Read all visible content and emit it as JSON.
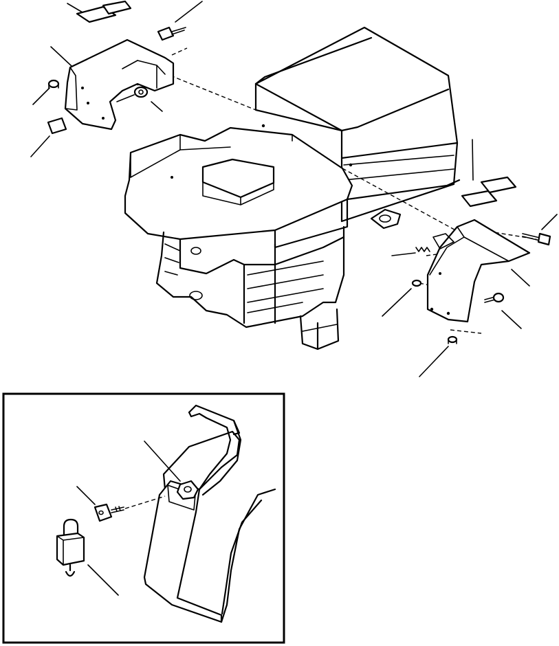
{
  "figure": {
    "main_view": "exploded-parts-view",
    "detail_view": "inset-lock-detail",
    "callout_style": "leader-lines-without-numbers"
  }
}
